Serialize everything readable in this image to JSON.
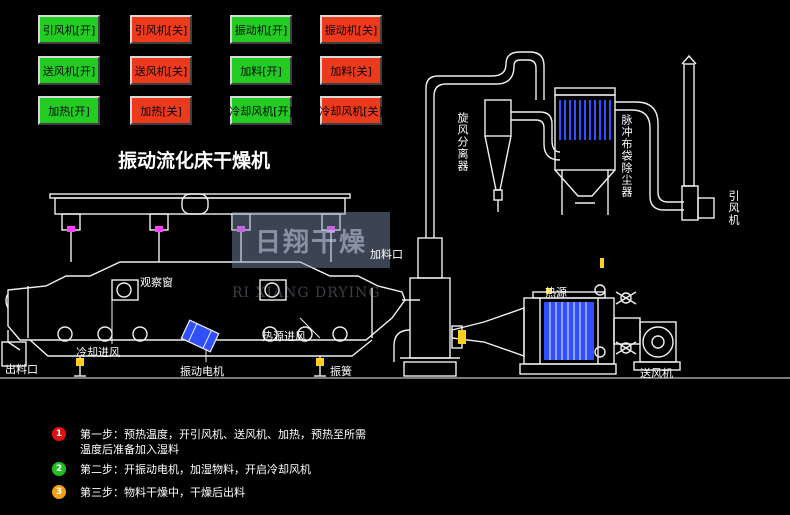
{
  "colors": {
    "on": "#22cc22",
    "off": "#ee3a1c",
    "step1": "#e01010",
    "step2": "#20c020",
    "step3": "#f0a010",
    "pipe": "#f0f0f0",
    "accent": "#3050ff"
  },
  "buttons": [
    {
      "id": "fan-induced-on",
      "label": "引风机[开]",
      "state": "on"
    },
    {
      "id": "fan-induced-off",
      "label": "引风机[关]",
      "state": "off"
    },
    {
      "id": "vibration-on",
      "label": "振动机[开]",
      "state": "on"
    },
    {
      "id": "vibration-off",
      "label": "振动机[关]",
      "state": "off"
    },
    {
      "id": "fan-blower-on",
      "label": "送风机[开]",
      "state": "on"
    },
    {
      "id": "fan-blower-off",
      "label": "送风机[关]",
      "state": "off"
    },
    {
      "id": "feed-on",
      "label": "加料[开]",
      "state": "on"
    },
    {
      "id": "feed-off",
      "label": "加料[关]",
      "state": "off"
    },
    {
      "id": "heat-on",
      "label": "加热[开]",
      "state": "on"
    },
    {
      "id": "heat-off",
      "label": "加热[关]",
      "state": "off"
    },
    {
      "id": "cool-fan-on",
      "label": "冷却风机[开]",
      "state": "on"
    },
    {
      "id": "cool-fan-off",
      "label": "冷却风机[关]",
      "state": "off"
    }
  ],
  "title": "振动流化床干燥机",
  "watermark": {
    "cn": "日翔干燥",
    "en": "RI XIANG DRYING"
  },
  "labels": {
    "cyclone": "旋风分离器",
    "dust": "脉冲布袋除尘器",
    "induced_fan": "引风机",
    "feed_inlet": "加料口",
    "window": "观察窗",
    "heat_inlet": "热源进风",
    "cool_inlet": "冷却进风",
    "outlet": "出料口",
    "motor": "振动电机",
    "spring": "振簧",
    "heat_source": "热源",
    "blower": "送风机"
  },
  "steps": [
    {
      "num": "1",
      "lines": [
        "第一步：预热温度，开引风机、送风机、加热，预热至所需",
        "温度后准备加入湿料"
      ]
    },
    {
      "num": "2",
      "lines": [
        "第二步：开振动电机，加湿物料，开启冷却风机"
      ]
    },
    {
      "num": "3",
      "lines": [
        "第三步：物料干燥中，干燥后出料"
      ]
    }
  ]
}
